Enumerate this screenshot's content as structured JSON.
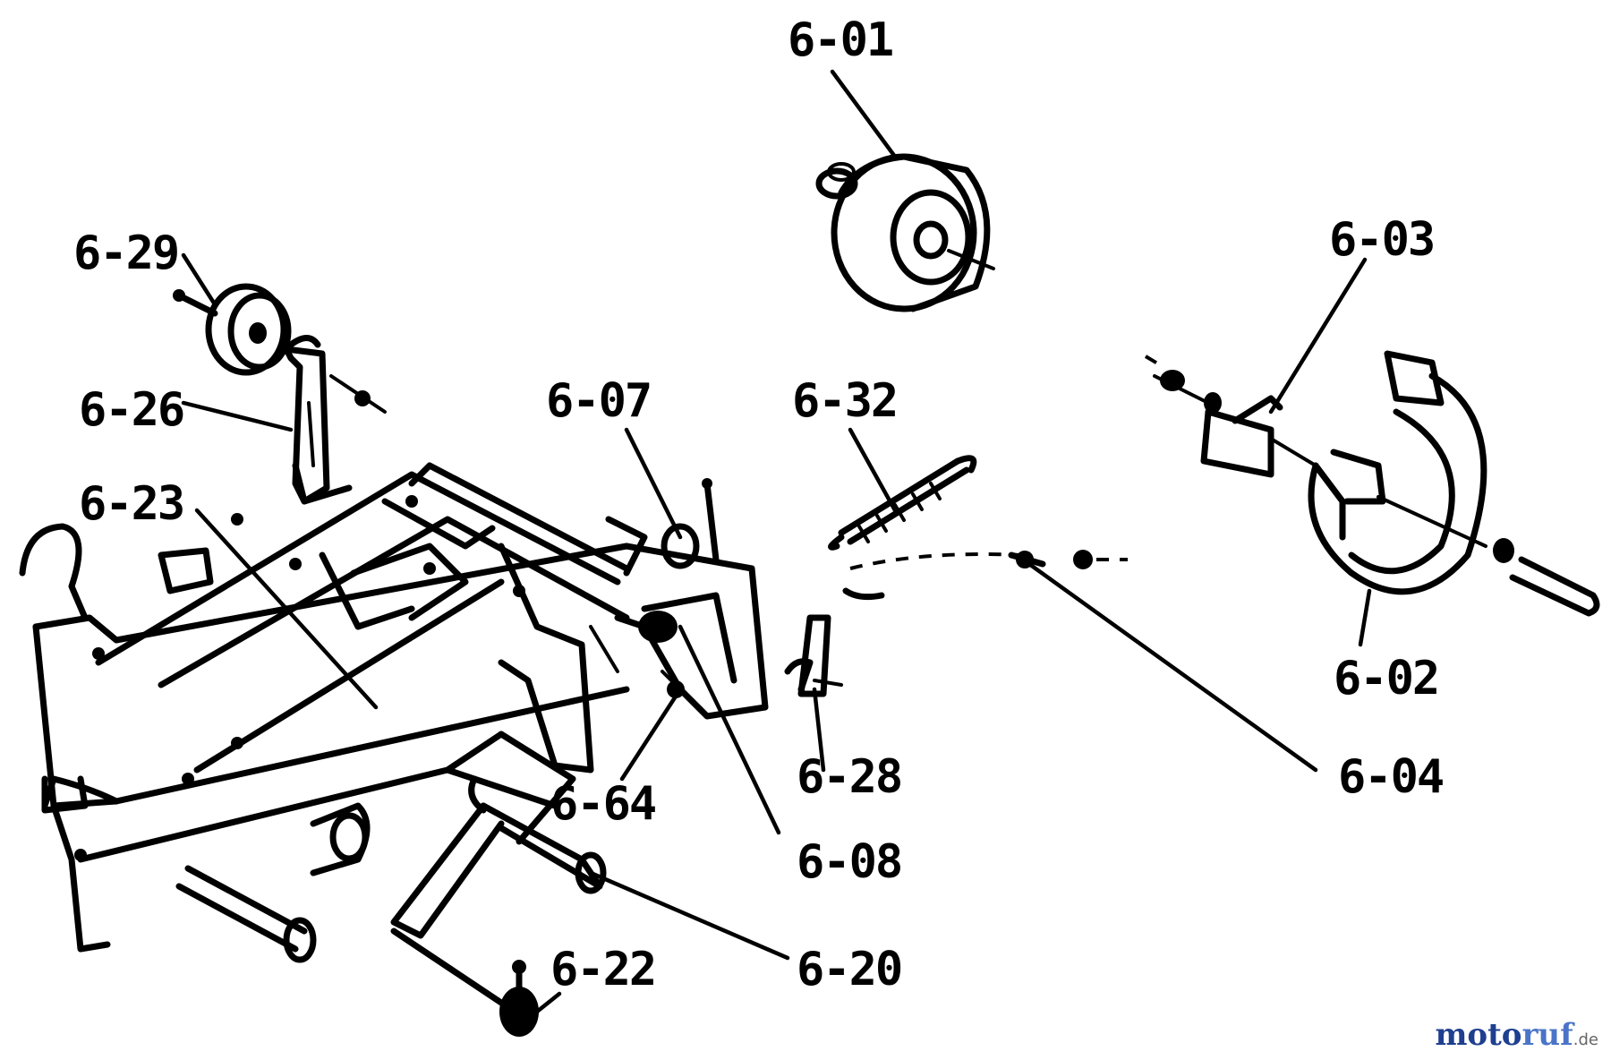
{
  "diagram": {
    "labels": {
      "p601": "6-01",
      "p602": "6-02",
      "p603": "6-03",
      "p604": "6-04",
      "p607": "6-07",
      "p608": "6-08",
      "p620": "6-20",
      "p622": "6-22",
      "p623": "6-23",
      "p626": "6-26",
      "p628": "6-28",
      "p629": "6-29",
      "p632": "6-32",
      "p664": "6-64"
    }
  },
  "watermark": {
    "part_a": "moto",
    "part_b": "ruf",
    "tld": ".de"
  }
}
